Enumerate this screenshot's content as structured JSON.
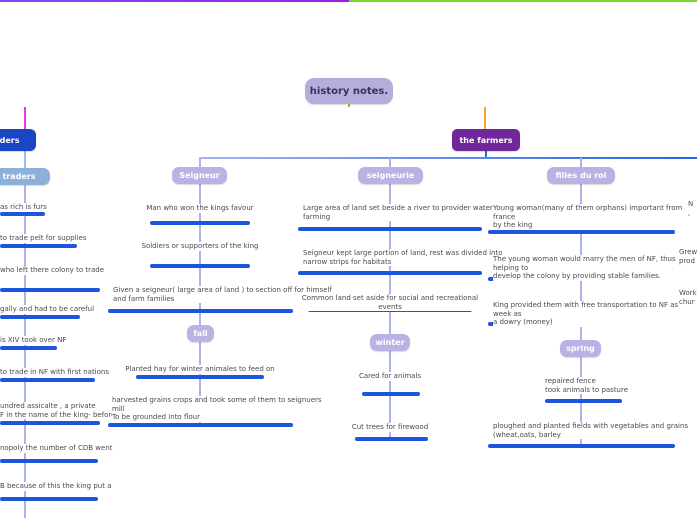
{
  "root": {
    "label": "history notes."
  },
  "colors": {
    "branch_purple": "#a21ce8",
    "branch_green": "#77d62c",
    "branch_orange": "#f5a623",
    "branch_pink": "#e93ae1",
    "branch_blue": "#2563eb",
    "connector_periwinkle": "#a9b4ed",
    "underline_blue": "#1d55df",
    "node_lavender": "#b9b3e3",
    "node_dark_purple": "#70279b",
    "node_dark_blue": "#1a46c4",
    "node_steel_blue": "#8cb0d9",
    "root_node_bg": "#b5addc"
  },
  "traders_branch": {
    "header": "traders",
    "subheader": "fur traders",
    "i1": "as rich is furs",
    "i2": "to trade pelt for supplies",
    "i3": "who left there colony  to trade",
    "i4": "gally and had to be careful",
    "i5": "is XIV took over NF",
    "i6": "to trade in NF with first nations",
    "i7": "undred assicalte , a private\nF in the name of the king- before",
    "i8": "nopoly the number of CDB went",
    "i9": "B because of this the king put a"
  },
  "farmers_branch": {
    "header": "the farmers",
    "seigneur": {
      "header": "Seigneur",
      "i1": "Man who won the kings favour",
      "i2": "Soldiers or supporters of the king",
      "i3": "Given a seigneur( large area of land ) to section off for himself\nand farm families",
      "season": "fall",
      "i4": "Planted hay for winter animales to feed  on",
      "i5": "harvested grains crops and took some of them to seignuers\nmill\nTo be grounded into flour"
    },
    "seigneurie": {
      "header": "seigneurie",
      "i1": "Large area of land set beside  a river to provider water for\nfarming",
      "i2": "Seigneur kept large portion of land, rest was divided into\nnarrow strips for habitats",
      "i3": "Common land set aside for social and recreational events",
      "season": "winter",
      "i4": "Cared for animals",
      "i5": "Cut trees for firewood"
    },
    "filles": {
      "header": "filles du roi",
      "i1": "Young  woman(many of them orphans) important from france\nby the king",
      "i2": "The young woman would marry the men of NF, thus helping to\ndevelop the colony by providing stable families.",
      "i3": "King provided them with free transportation to NF as week as\na dowry (money)",
      "season": "spring",
      "i4": "repaired fence\n took animals to pasture",
      "i5": "ploughed and planted fields with vegetables and grains\n(wheat,oats, barley"
    },
    "right_cut": {
      "i1": "N\n,",
      "i2": "Grew\nprod",
      "i3": "Work\nchur"
    }
  }
}
